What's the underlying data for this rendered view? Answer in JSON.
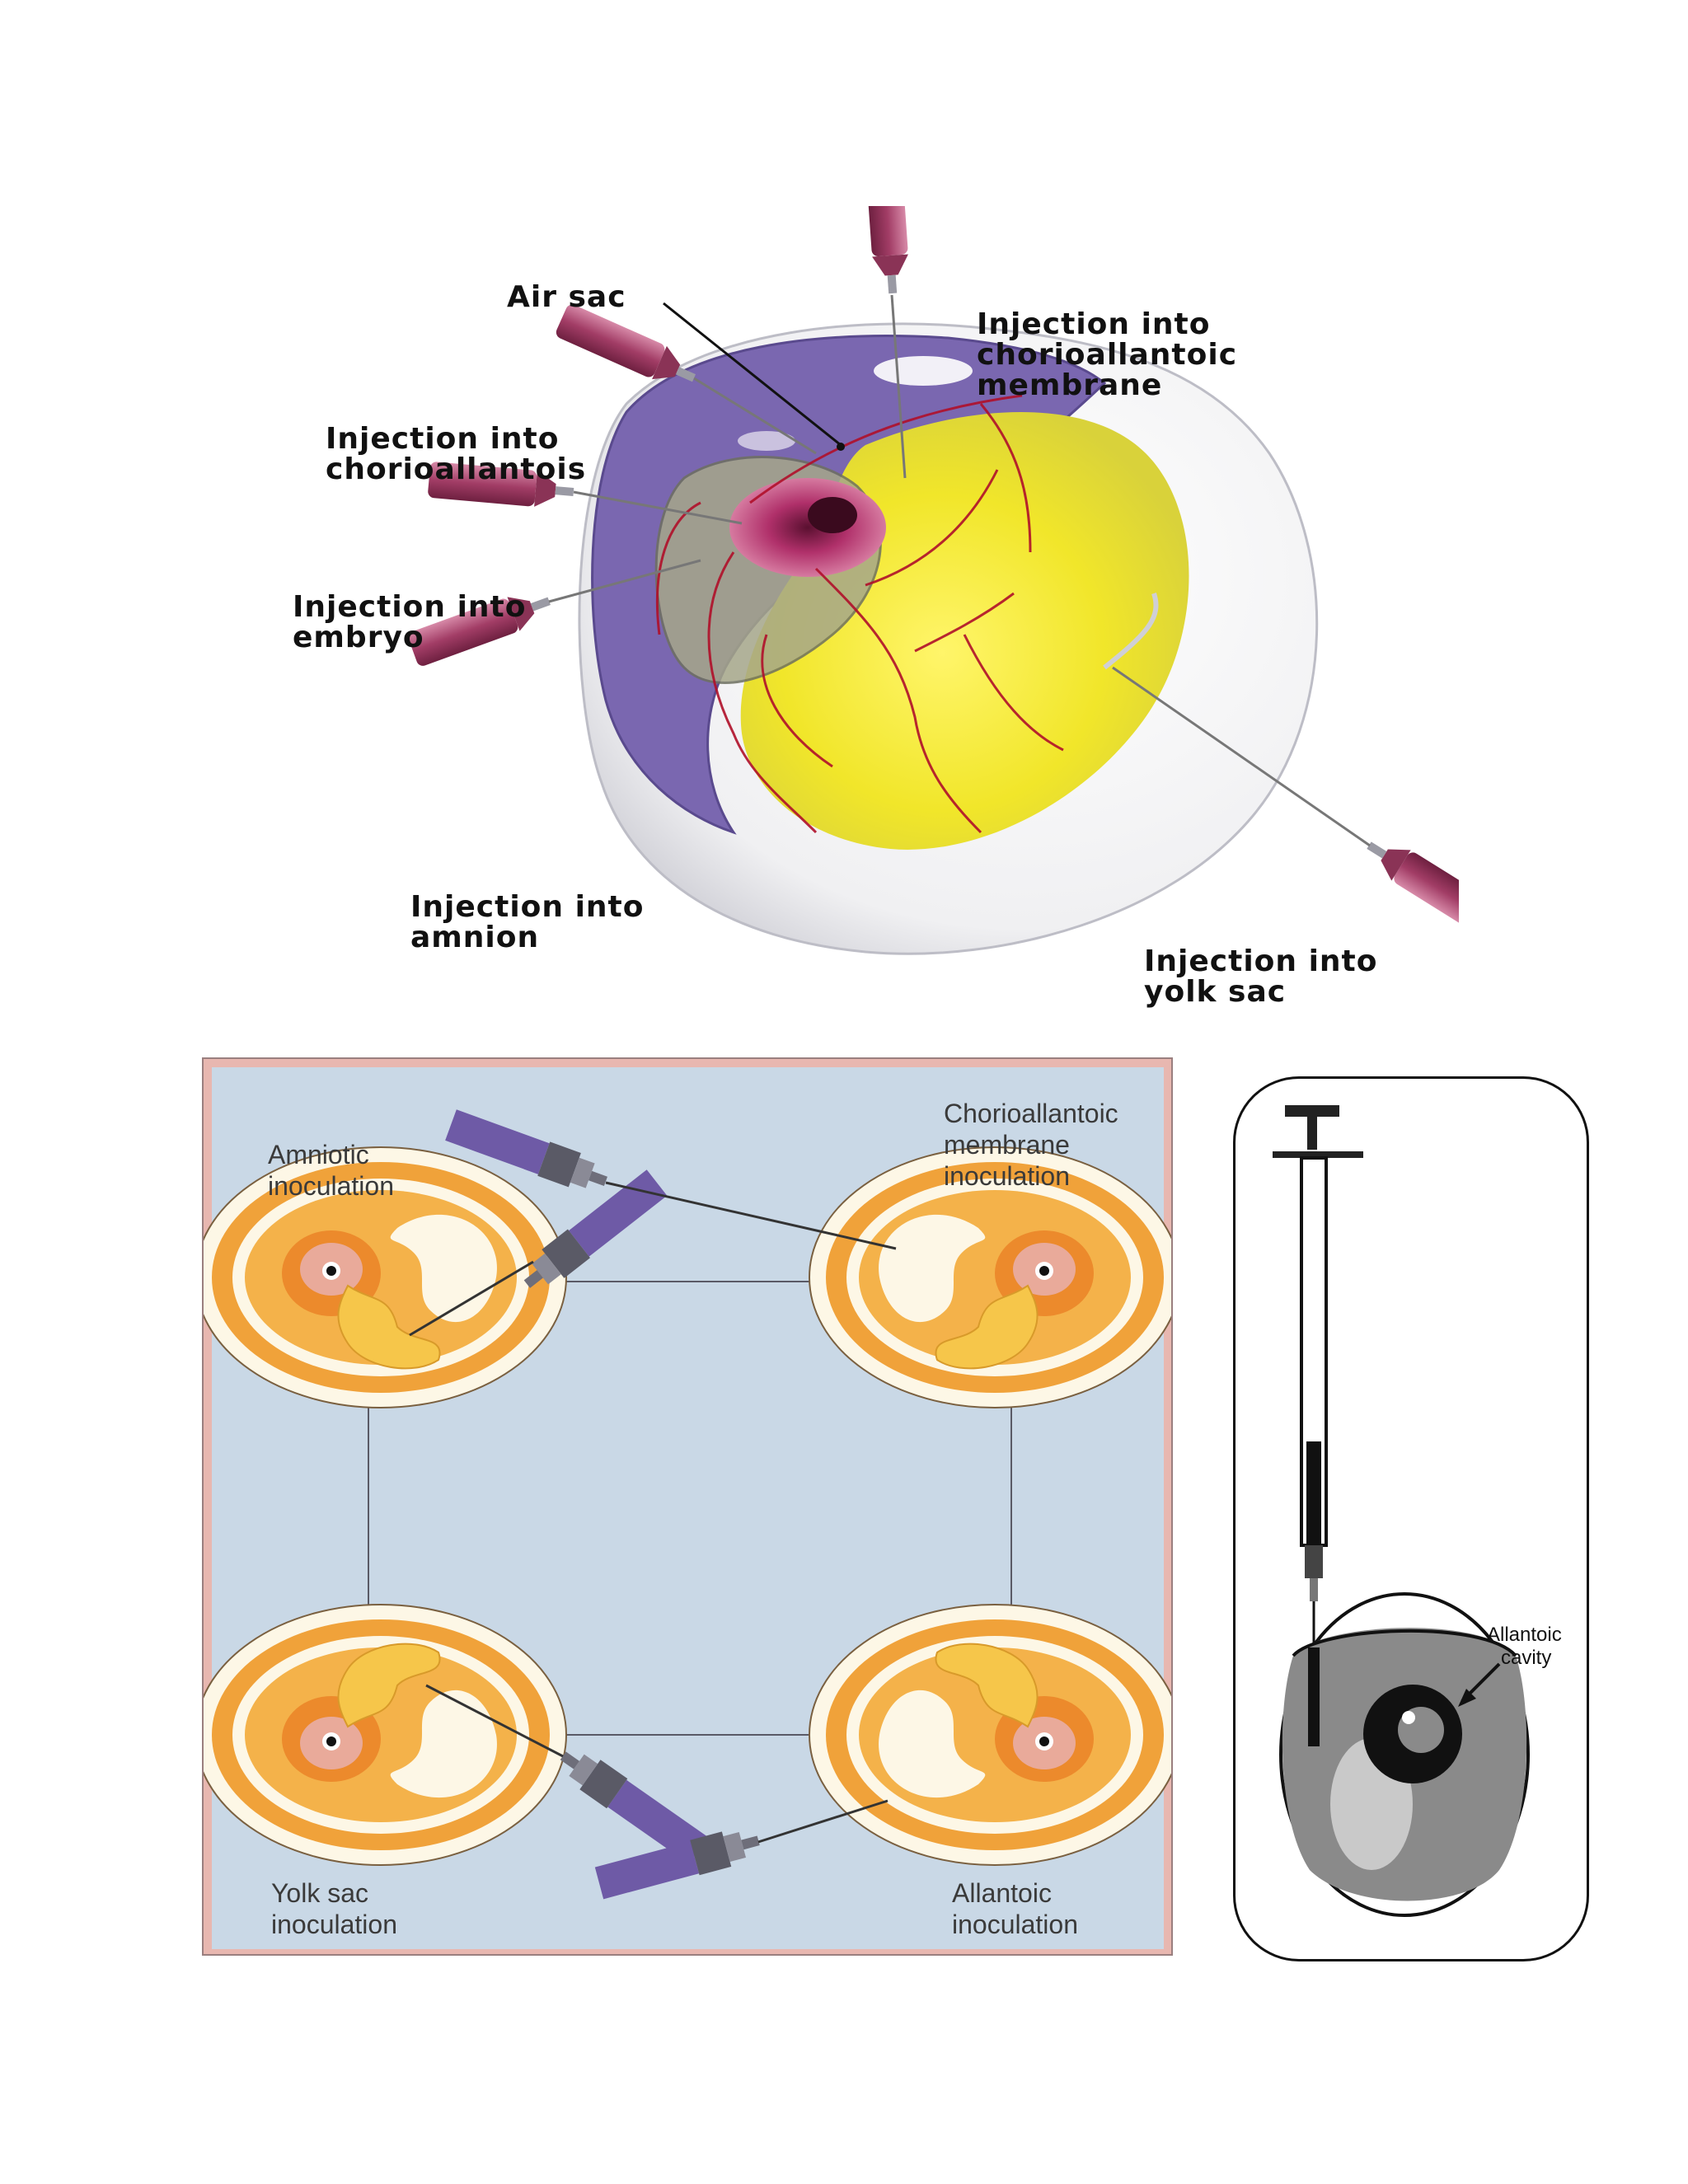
{
  "top_figure": {
    "labels": {
      "air_sac": "Air sac",
      "cam_line1": "Injection into",
      "cam_line2": "chorioallantoic",
      "cam_line3": "membrane",
      "chorio_line1": "Injection into",
      "chorio_line2": "chorioallantois",
      "embryo_line1": "Injection into",
      "embryo_line2": "embryo",
      "amnion_line1": "Injection into",
      "amnion_line2": "amnion",
      "yolk_line1": "Injection into",
      "yolk_line2": "yolk sac"
    }
  },
  "grid_figure": {
    "amniotic_line1": "Amniotic",
    "amniotic_line2": "inoculation",
    "cam_line1": "Chorioallantoic",
    "cam_line2": "membrane",
    "cam_line3": "inoculation",
    "yolk_line1": "Yolk sac",
    "yolk_line2": "inoculation",
    "allantoic_line1": "Allantoic",
    "allantoic_line2": "inoculation"
  },
  "syringe_figure": {
    "label_line1": "Allantoic",
    "label_line2": "cavity"
  },
  "colors": {
    "yolk": "#f3ec2c",
    "membrane": "#6f5aa6",
    "syringe": "#a23d66",
    "panel_bg": "#c9d8e6",
    "panel_border": "#e8b7b0",
    "egg_orange": "#f0a23a"
  }
}
